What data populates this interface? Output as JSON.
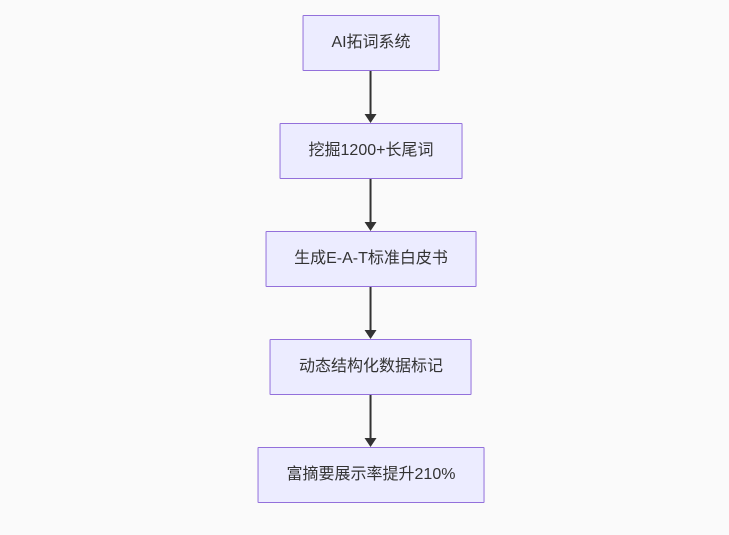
{
  "diagram": {
    "type": "flowchart",
    "direction": "top-down",
    "background": "#FAFAFA",
    "nodes": [
      {
        "id": "step-1",
        "label": "AI拓词系统"
      },
      {
        "id": "step-2",
        "label": "挖掘1200+长尾词"
      },
      {
        "id": "step-3",
        "label": "生成E-A-T标准白皮书"
      },
      {
        "id": "step-4",
        "label": "动态结构化数据标记"
      },
      {
        "id": "step-5",
        "label": "富摘要展示率提升210%"
      }
    ],
    "edges": [
      {
        "from": "step-1",
        "to": "step-2"
      },
      {
        "from": "step-2",
        "to": "step-3"
      },
      {
        "from": "step-3",
        "to": "step-4"
      },
      {
        "from": "step-4",
        "to": "step-5"
      }
    ],
    "colors": {
      "node_fill": "#ECECFF",
      "node_border": "#9370DB",
      "node_text": "#333333",
      "arrow": "#333333"
    }
  }
}
